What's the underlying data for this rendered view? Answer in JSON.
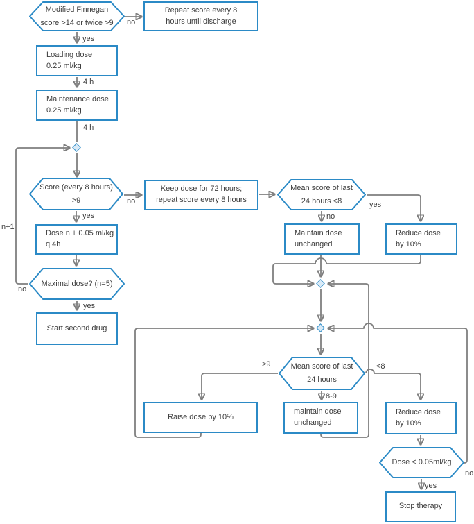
{
  "colors": {
    "shape_border": "#2b8ac6",
    "line": "#7f7f7f",
    "connector_fill": "#d9eaf7",
    "text": "#3d3d3d",
    "background": "#ffffff"
  },
  "nodes": {
    "hex_finnegan": "Modified Finnegan\nscore >14 or twice >9",
    "rect_repeat": "Repeat score every 8\nhours until discharge",
    "rect_loading": "Loading dose\n0.25 ml/kg",
    "rect_maintenance": "Maintenance dose\n0.25 ml/kg",
    "hex_score_8h": "Score (every 8 hours)\n>9",
    "rect_keep_72": "Keep dose for 72 hours;\nrepeat score every 8 hours",
    "hex_mean_lt8": "Mean score of last\n24 hours <8",
    "rect_dose_n": "Dose n + 0.05 ml/kg\nq 4h",
    "rect_maintain_1": "Maintain dose\nunchanged",
    "rect_reduce_1": "Reduce dose\nby 10%",
    "hex_maximal": "Maximal dose? (n=5)",
    "rect_second_drug": "Start second drug",
    "hex_mean_24": "Mean score of last\n24 hours",
    "rect_raise": "Raise dose by 10%",
    "rect_maintain_2": "maintain dose\nunchanged",
    "rect_reduce_2": "Reduce dose\nby 10%",
    "hex_dose_min": "Dose < 0.05ml/kg",
    "rect_stop": "Stop therapy"
  },
  "edge_labels": {
    "no_finnegan": "no",
    "yes_finnegan": "yes",
    "four_h_1": "4 h",
    "four_h_2": "4 h",
    "n_plus_1": "n+1",
    "no_score": "no",
    "yes_score": "yes",
    "no_maximal": "no",
    "yes_maximal": "yes",
    "no_mean_lt8": "no",
    "yes_mean_lt8": "yes",
    "gt9": ">9",
    "between_8_9": "8-9",
    "lt8": "<8",
    "yes_dose_min": "yes",
    "no_dose_min": "no"
  }
}
